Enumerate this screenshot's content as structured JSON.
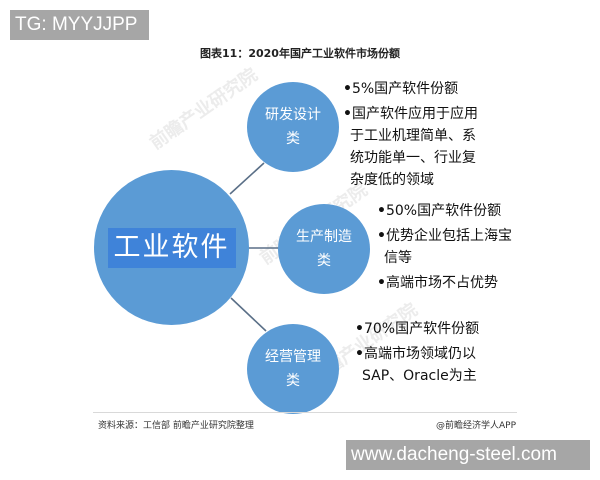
{
  "overlay": {
    "tg_badge": "TG: MYYJJPP",
    "url_badge": "www.dacheng-steel.com"
  },
  "figure": {
    "title": "图表11：2020年国产工业软件市场份额",
    "source": "资料来源：工信部 前瞻产业研究院整理",
    "credit": "@前瞻经济学人APP",
    "colors": {
      "node_fill": "#5b9bd5",
      "main_label_bg": "#3f83d9",
      "connector": "#5a6f87",
      "text": "#111111"
    }
  },
  "diagram": {
    "root": {
      "label": "工业软件"
    },
    "branches": [
      {
        "label_line1": "研发设计",
        "label_line2": "类",
        "bullets": [
          {
            "text": "5%国产软件份额"
          },
          {
            "text": "国产软件应用于应用",
            "cont": [
              "于工业机理简单、系",
              "统功能单一、行业复",
              "杂度低的领域"
            ]
          }
        ]
      },
      {
        "label_line1": "生产制造",
        "label_line2": "类",
        "bullets": [
          {
            "text": "50%国产软件份额"
          },
          {
            "text": "优势企业包括上海宝",
            "cont": [
              "信等"
            ]
          },
          {
            "text": "高端市场不占优势"
          }
        ]
      },
      {
        "label_line1": "经营管理",
        "label_line2": "类",
        "bullets": [
          {
            "text": "70%国产软件份额"
          },
          {
            "text": "高端市场领域仍以",
            "cont": [
              "SAP、Oracle为主"
            ]
          }
        ]
      }
    ],
    "bullet_glyph": "•"
  }
}
